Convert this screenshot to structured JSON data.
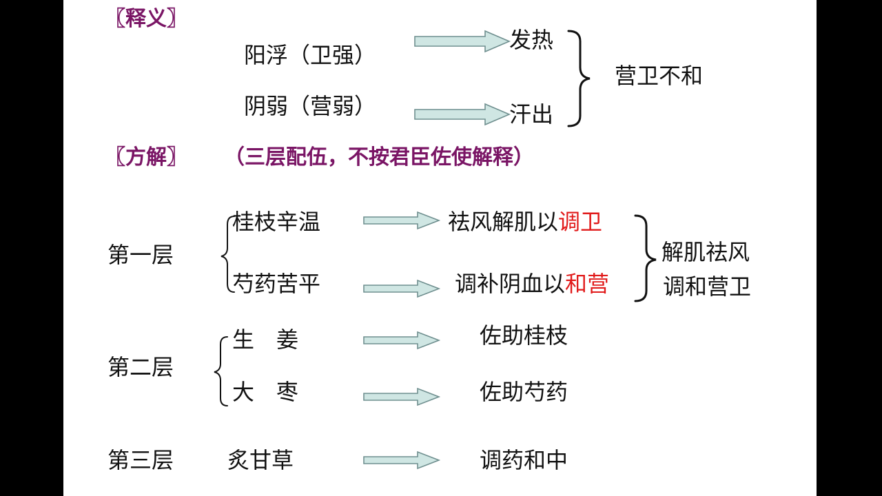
{
  "shiyi": {
    "header": "〖释义〗",
    "yang": "阳浮（卫强）",
    "yin": "阴弱（营弱）",
    "fare": "发热",
    "hanchu": "汗出",
    "summary": "营卫不和"
  },
  "fangjie": {
    "header": "〖方解〗",
    "note": "（三层配伍，不按君臣佐使解释）"
  },
  "layers": {
    "first": {
      "label": "第一层",
      "herb1": "桂枝辛温",
      "effect1_a": "祛风解肌以",
      "effect1_b": "调卫",
      "herb2": "芍药苦平",
      "effect2_a": "调补阴血以",
      "effect2_b": "和营",
      "summary1": "解肌祛风",
      "summary2": "调和营卫"
    },
    "second": {
      "label": "第二层",
      "herb1": "生　姜",
      "effect1": "佐助桂枝",
      "herb2": "大　枣",
      "effect2": "佐助芍药"
    },
    "third": {
      "label": "第三层",
      "herb": "炙甘草",
      "effect": "调药和中"
    }
  },
  "colors": {
    "heading": "#7a1565",
    "highlight": "#e11a1a",
    "arrow_fill": "#cfe6e3",
    "arrow_stroke": "#6f8f8f"
  }
}
